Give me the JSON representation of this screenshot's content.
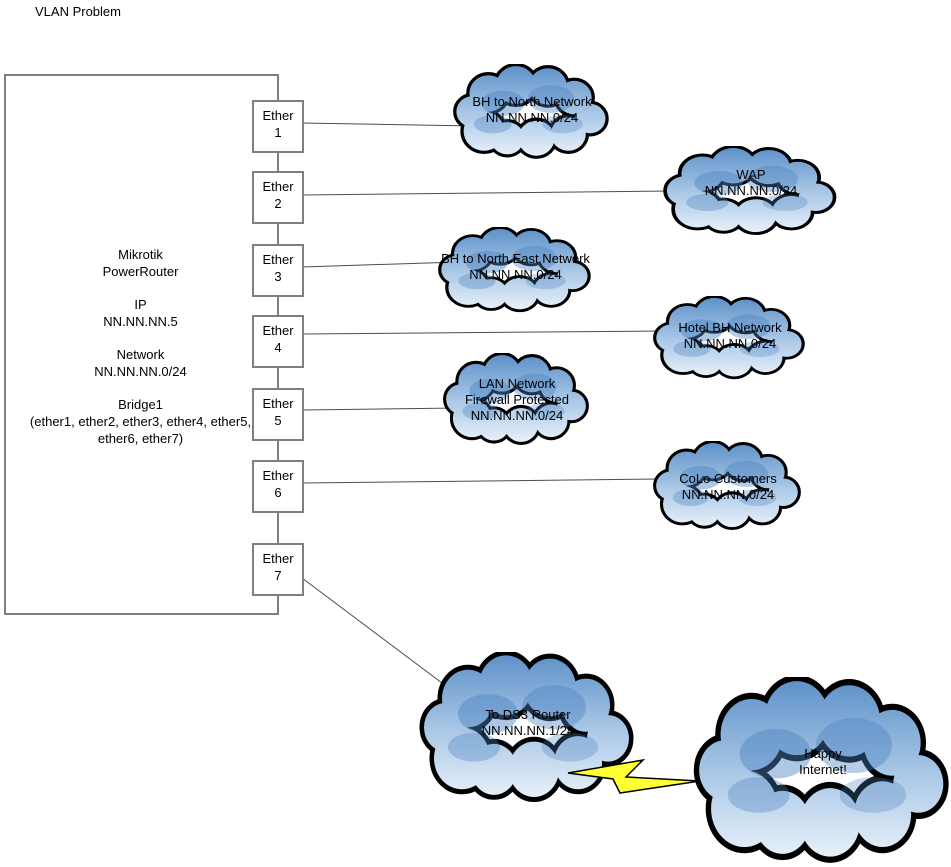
{
  "title": "VLAN Problem",
  "router": {
    "name_line1": "Mikrotik",
    "name_line2": "PowerRouter",
    "ip_label": "IP",
    "ip_value": "NN.NN.NN.5",
    "network_label": "Network",
    "network_value": "NN.NN.NN.0/24",
    "bridge_label": "Bridge1",
    "bridge_members_line1": "(ether1, ether2, ether3, ether4, ether5,",
    "bridge_members_line2": "ether6, ether7)"
  },
  "ports": [
    {
      "label": "Ether",
      "number": "1"
    },
    {
      "label": "Ether",
      "number": "2"
    },
    {
      "label": "Ether",
      "number": "3"
    },
    {
      "label": "Ether",
      "number": "4"
    },
    {
      "label": "Ether",
      "number": "5"
    },
    {
      "label": "Ether",
      "number": "6"
    },
    {
      "label": "Ether",
      "number": "7"
    }
  ],
  "clouds": [
    {
      "name": "bh-north",
      "line1": "BH to North Network",
      "line2": "NN.NN.NN.0/24"
    },
    {
      "name": "wap",
      "line1": "WAP",
      "line2": "NN.NN.NN.0/24"
    },
    {
      "name": "bh-north-east",
      "line1": "BH to North East Network",
      "line2": "NN.NN.NN.0/24"
    },
    {
      "name": "hotel-bh",
      "line1": "Hotel BH Network",
      "line2": "NN.NN.NN.0/24"
    },
    {
      "name": "lan",
      "line1": "LAN Network",
      "line2": "Firewall Protected",
      "line3": "NN.NN.NN.0/24"
    },
    {
      "name": "colo",
      "line1": "CoLo Customers",
      "line2": "NN.NN.NN.0/24"
    },
    {
      "name": "ds3",
      "line1": "To DS3 Router",
      "line2": "NN.NN.NN.1/24"
    },
    {
      "name": "happy-internet",
      "line1": "Happy",
      "line2": "Internet!"
    }
  ],
  "colors": {
    "cloud_dark": "#5b8fc7",
    "cloud_mid": "#a9c7e6",
    "cloud_light": "#f0f6fc",
    "cloud_lump": "#4b82c0",
    "cloud_outline": "#000000",
    "box_border": "#7f7f7f",
    "connector": "#4d4d4d",
    "lightning_fill": "#ffff33",
    "text": "#000000"
  }
}
